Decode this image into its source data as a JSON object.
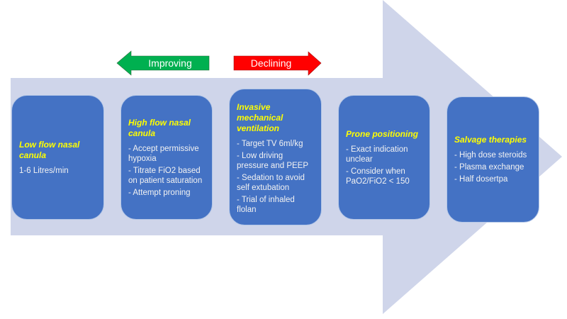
{
  "indicators": {
    "improving": {
      "label": "Improving",
      "color": "#00b050"
    },
    "declining": {
      "label": "Declining",
      "color": "#ff0000"
    }
  },
  "colors": {
    "big_arrow": "#cfd5ea",
    "box_fill": "#4472c4",
    "title_text": "#ffff00",
    "body_text": "#ffffff"
  },
  "stages": [
    {
      "title": "Low flow nasal canula",
      "items": [
        "1-6 Litres/min"
      ]
    },
    {
      "title": "High flow nasal canula",
      "items": [
        "- Accept permissive hypoxia",
        "- Titrate FiO2 based on patient saturation",
        "- Attempt  proning"
      ]
    },
    {
      "title": "Invasive mechanical ventilation",
      "items": [
        "- Target TV 6ml/kg",
        "- Low driving pressure and PEEP",
        "- Sedation to avoid self extubation",
        "- Trial of inhaled flolan"
      ]
    },
    {
      "title": "Prone positioning",
      "items": [
        "- Exact indication unclear",
        "- Consider when PaO2/FiO2 < 150"
      ]
    },
    {
      "title": "Salvage therapies",
      "items": [
        "- High dose steroids",
        "- Plasma exchange",
        "- Half dosertpa"
      ]
    }
  ]
}
